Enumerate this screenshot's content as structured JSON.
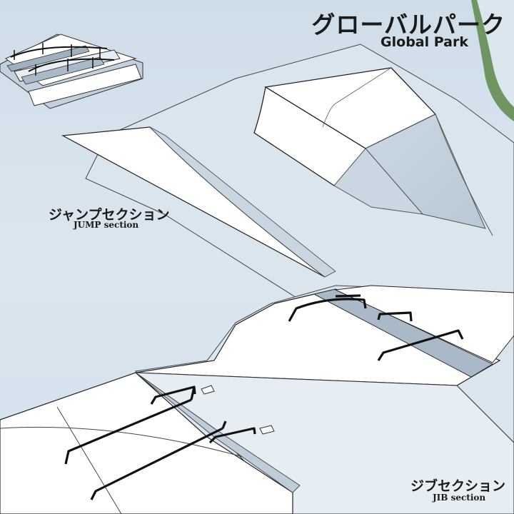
{
  "title": {
    "japanese": "グローバルパーク",
    "english": "Global Park"
  },
  "sections": {
    "jump": {
      "japanese": "ジャンプセクション",
      "english": "JUMP section"
    },
    "jib": {
      "japanese": "ジブセクション",
      "english": "JIB section"
    }
  },
  "colors": {
    "background": "#d6e3ee",
    "snow_top": "#ffffff",
    "snow_shadow": "#c7d4e0",
    "rail": "#111111",
    "green_accent": "#6f9560"
  }
}
